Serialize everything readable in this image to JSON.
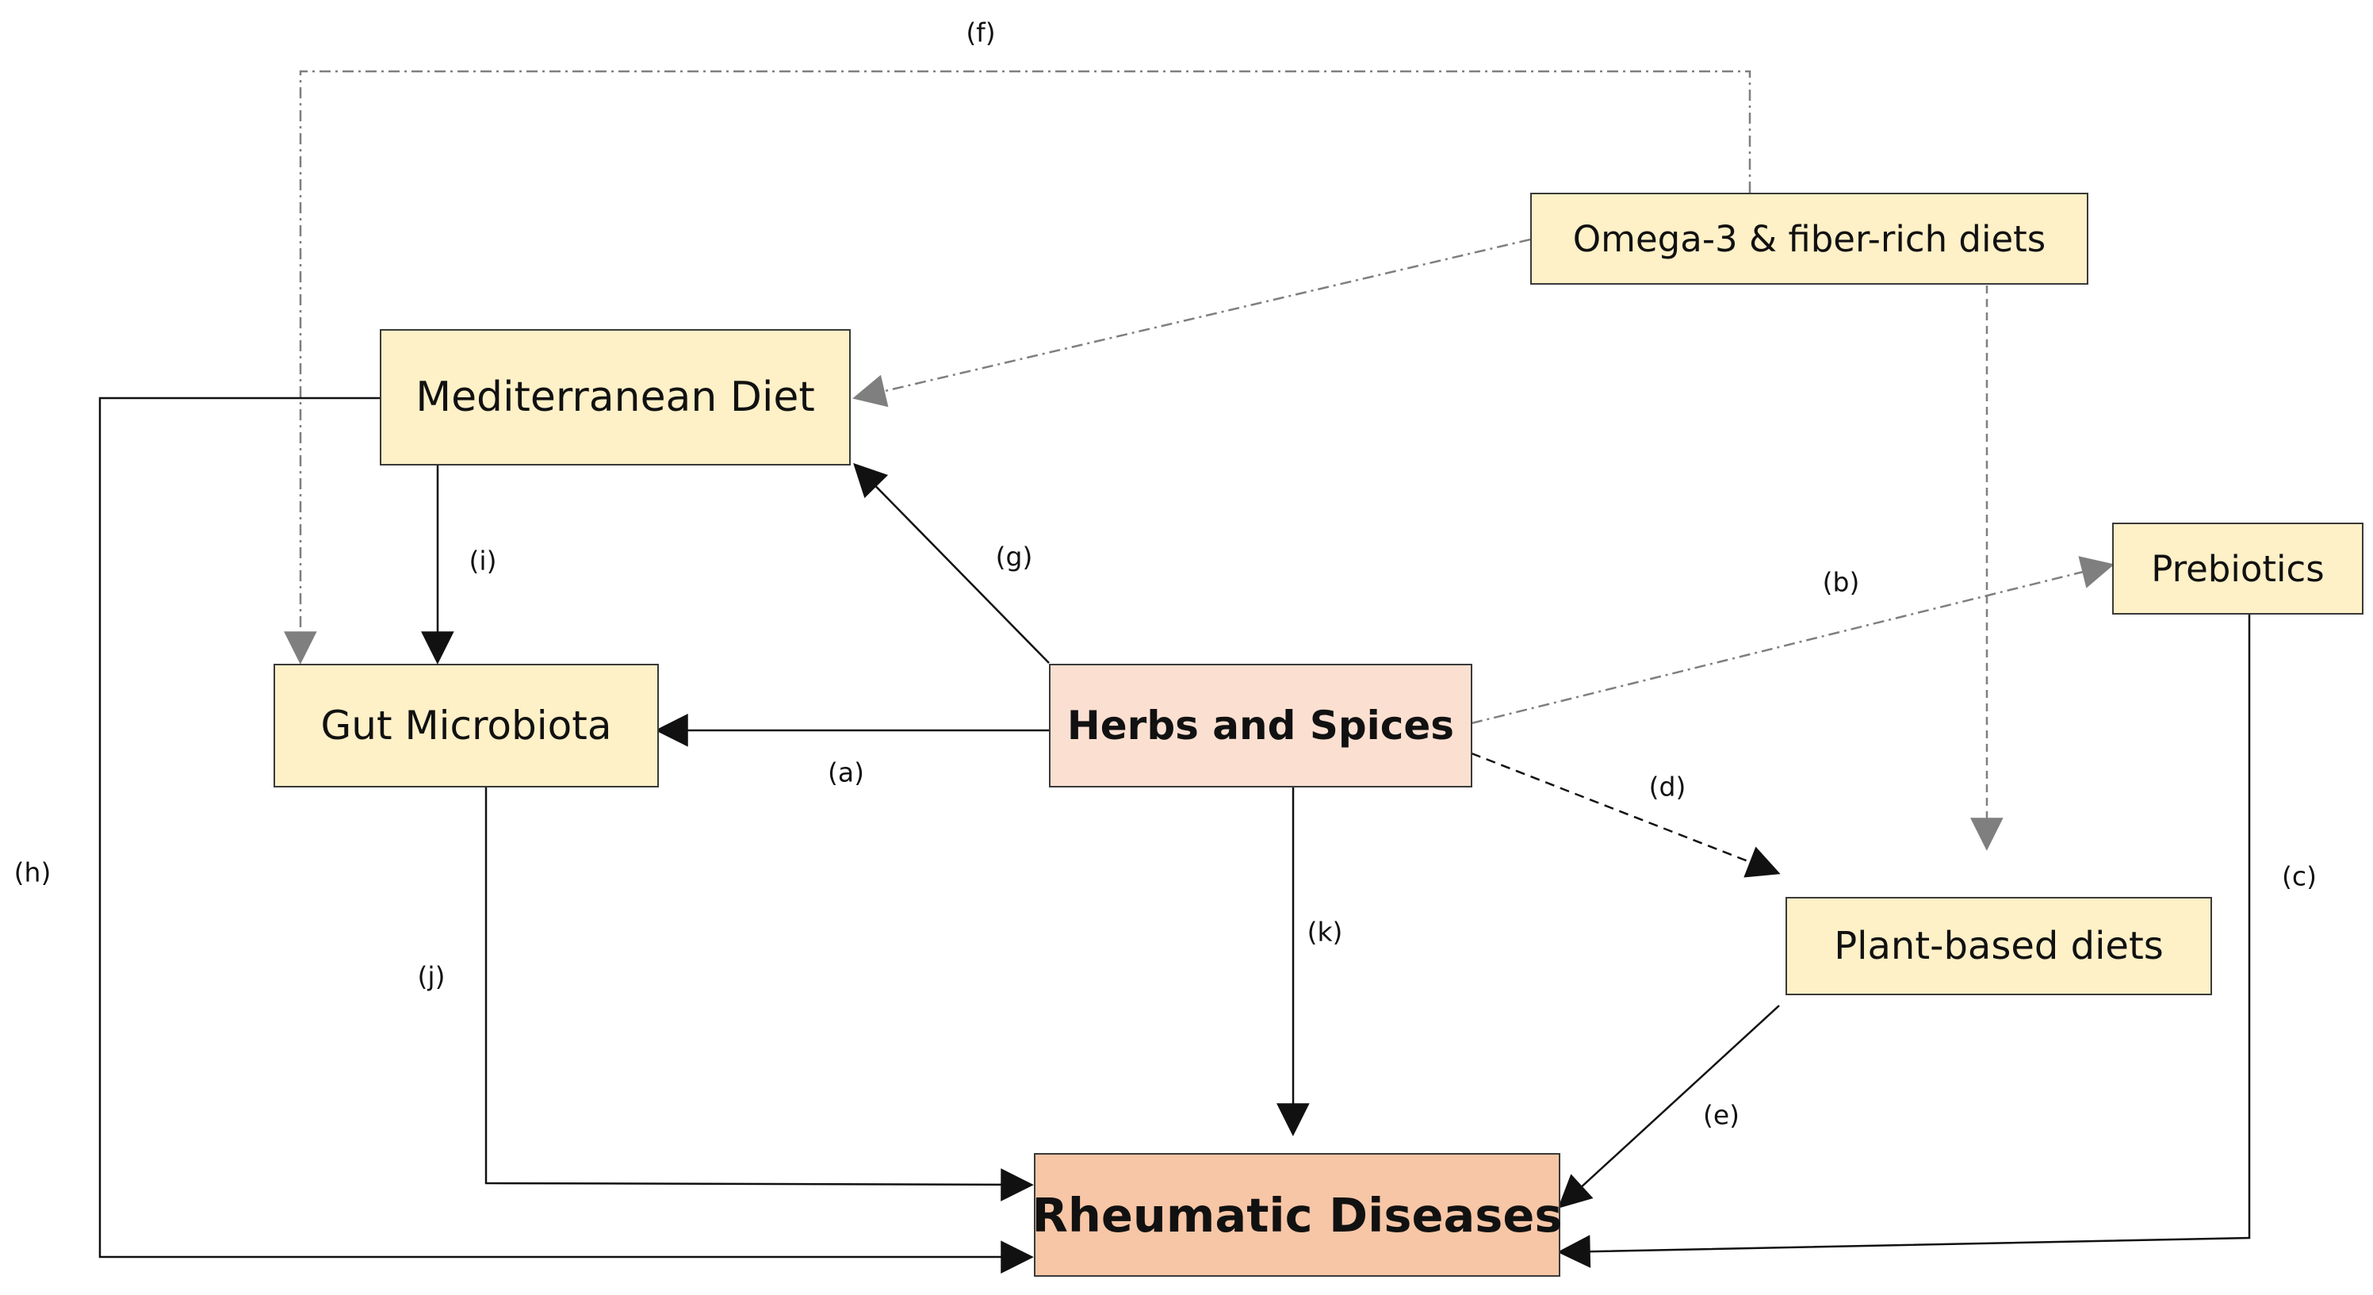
{
  "nodes": {
    "omega": "Omega-3 & fiber-rich diets",
    "mediterranean": "Mediterranean Diet",
    "prebiotics": "Prebiotics",
    "gut": "Gut Microbiota",
    "herbs": "Herbs and Spices",
    "plant": "Plant-based diets",
    "rheumatic": "Rheumatic Diseases"
  },
  "edge_labels": {
    "a": "(a)",
    "b": "(b)",
    "c": "(c)",
    "d": "(d)",
    "e": "(e)",
    "f": "(f)",
    "g": "(g)",
    "h": "(h)",
    "i": "(i)",
    "j": "(j)",
    "k": "(k)"
  },
  "edges": [
    {
      "label": "(a)",
      "from": "herbs",
      "to": "gut",
      "style": "solid"
    },
    {
      "label": "(b)",
      "from": "herbs",
      "to": "prebiotics",
      "style": "dash-dot"
    },
    {
      "label": "(c)",
      "from": "prebiotics",
      "to": "rheumatic",
      "style": "solid"
    },
    {
      "label": "(d)",
      "from": "herbs",
      "to": "plant",
      "style": "dashed"
    },
    {
      "label": "(e)",
      "from": "plant",
      "to": "rheumatic",
      "style": "solid"
    },
    {
      "label": "(f)",
      "from": "omega",
      "to": "gut",
      "style": "dash-dot"
    },
    {
      "label": "(g)",
      "from": "herbs",
      "to": "mediterranean",
      "style": "solid"
    },
    {
      "label": "(h)",
      "from": "mediterranean",
      "to": "rheumatic",
      "style": "solid"
    },
    {
      "label": "(i)",
      "from": "mediterranean",
      "to": "gut",
      "style": "solid"
    },
    {
      "label": "(j)",
      "from": "gut",
      "to": "rheumatic",
      "style": "solid"
    },
    {
      "label": "(k)",
      "from": "herbs",
      "to": "rheumatic",
      "style": "solid"
    },
    {
      "label": "",
      "from": "omega",
      "to": "mediterranean",
      "style": "dash-dot"
    },
    {
      "label": "",
      "from": "omega",
      "to": "plant",
      "style": "dashed"
    }
  ],
  "colors": {
    "box_default": "#fef0c7",
    "box_herbs": "#fbe0d2",
    "box_rheumatic": "#f7c6a6",
    "line_solid": "#222222",
    "line_gray": "#7f7f7f"
  }
}
